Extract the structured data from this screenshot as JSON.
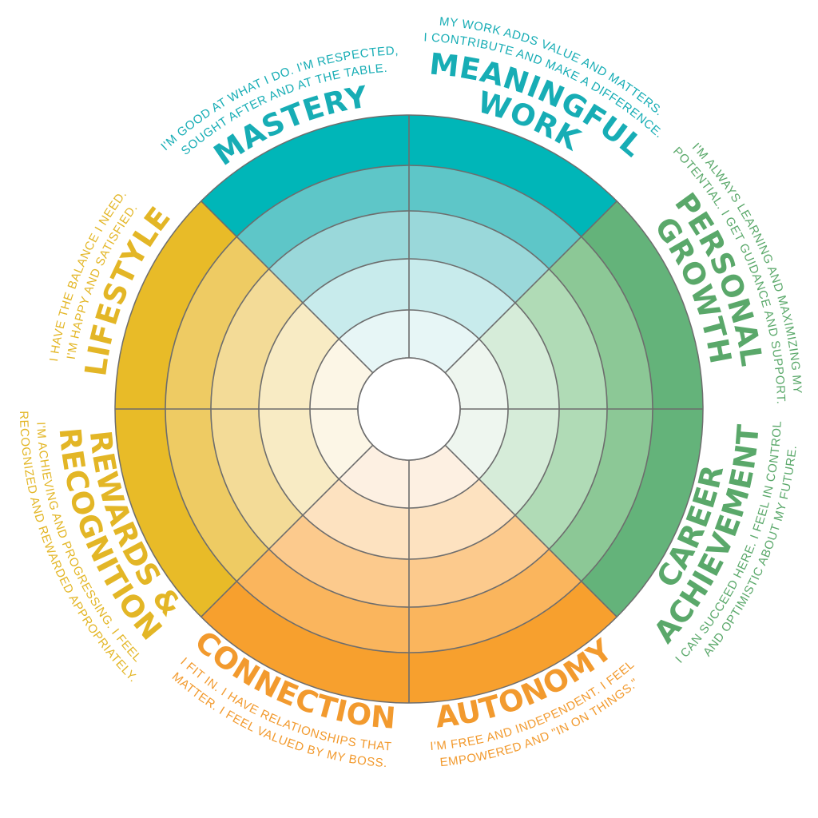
{
  "colors": {
    "divider": "#6d6d6d",
    "hub": "#ffffff",
    "teal_text": "#17adb5",
    "green_text": "#5aa86a",
    "orange_text": "#f29a2e",
    "gold_text": "#e3b626"
  },
  "segments": [
    {
      "key": "meaningful_work",
      "title_lines": [
        "MEANINGFUL",
        "WORK"
      ],
      "desc_lines": [
        "MY WORK ADDS VALUE AND MATTERS.",
        "I CONTRIBUTE AND MAKE A DIFFERENCE."
      ],
      "ring_colors": [
        "#e7f6f6",
        "#c8ebec",
        "#9ad8da",
        "#5ec6c8",
        "#00b6b8"
      ],
      "text_color": "#17adb5"
    },
    {
      "key": "personal_growth",
      "title_lines": [
        "PERSONAL",
        "GROWTH"
      ],
      "desc_lines": [
        "I'M ALWAYS LEARNING AND MAXIMIZING MY",
        "POTENTIAL. I GET GUIDANCE AND SUPPORT."
      ],
      "ring_colors": [
        "#eef6ef",
        "#d6ecd9",
        "#b0dbb6",
        "#8cc896",
        "#64b37a"
      ],
      "text_color": "#5aa86a"
    },
    {
      "key": "career_achievement",
      "title_lines": [
        "CAREER",
        "ACHIEVEMENT"
      ],
      "desc_lines": [
        "I CAN SUCCEED HERE. I FEEL IN CONTROL",
        "AND OPTIMISTIC ABOUT MY FUTURE."
      ],
      "ring_colors": [
        "#eef6ef",
        "#d6ecd9",
        "#b0dbb6",
        "#8cc896",
        "#64b37a"
      ],
      "text_color": "#5aa86a"
    },
    {
      "key": "autonomy",
      "title_lines": [
        "AUTONOMY"
      ],
      "desc_lines": [
        "I'M FREE AND INDEPENDENT. I FEEL",
        "EMPOWERED AND \"IN ON THINGS.\""
      ],
      "ring_colors": [
        "#fdf0e2",
        "#fde2c0",
        "#fcca8d",
        "#fab55d",
        "#f7a02e"
      ],
      "text_color": "#f29a2e"
    },
    {
      "key": "connection",
      "title_lines": [
        "CONNECTION"
      ],
      "desc_lines": [
        "I FIT IN. I HAVE RELATIONSHIPS THAT",
        "MATTER. I FEEL VALUED BY MY BOSS."
      ],
      "ring_colors": [
        "#fdf0e2",
        "#fde2c0",
        "#fcca8d",
        "#fab55d",
        "#f7a02e"
      ],
      "text_color": "#f29a2e"
    },
    {
      "key": "rewards_recognition",
      "title_lines": [
        "REWARDS &",
        "RECOGNITION"
      ],
      "desc_lines": [
        "I'M ACHIEVING AND PROGRESSING. I FEEL",
        "RECOGNIZED AND REWARDED APPROPRIATELY."
      ],
      "ring_colors": [
        "#fcf6e6",
        "#f8ebc4",
        "#f3db97",
        "#eecb63",
        "#e8bb28"
      ],
      "text_color": "#e3b626"
    },
    {
      "key": "lifestyle",
      "title_lines": [
        "LIFESTYLE"
      ],
      "desc_lines": [
        "I HAVE THE BALANCE I NEED.",
        "I'M HAPPY AND SATISFIED."
      ],
      "ring_colors": [
        "#fcf6e6",
        "#f8ebc4",
        "#f3db97",
        "#eecb63",
        "#e8bb28"
      ],
      "text_color": "#e3b626"
    },
    {
      "key": "mastery",
      "title_lines": [
        "MASTERY"
      ],
      "desc_lines": [
        "I'M GOOD AT WHAT I DO. I'M RESPECTED,",
        "SOUGHT AFTER AND AT THE TABLE."
      ],
      "ring_colors": [
        "#e7f6f6",
        "#c8ebec",
        "#9ad8da",
        "#5ec6c8",
        "#00b6b8"
      ],
      "text_color": "#17adb5"
    }
  ]
}
